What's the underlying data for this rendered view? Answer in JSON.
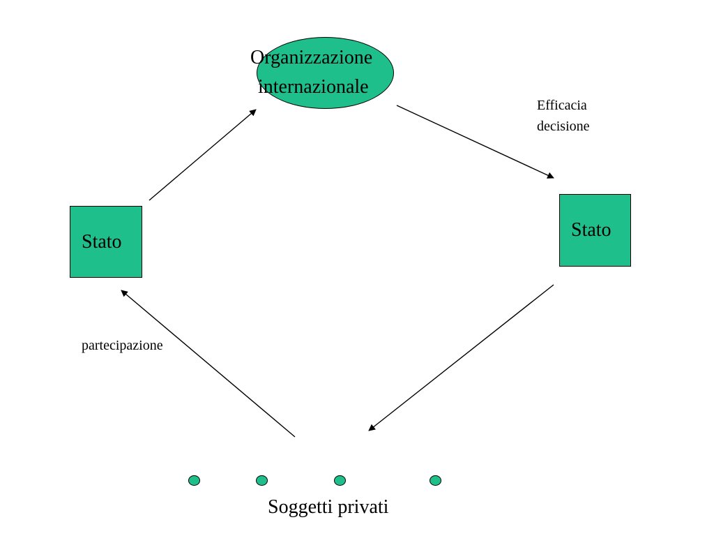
{
  "diagram": {
    "fill_color": "#1fbf8c",
    "line_color": "#000000",
    "organization": {
      "line1": "Organizzazione",
      "line2": "internazionale"
    },
    "state_left": {
      "label": "Stato"
    },
    "state_right": {
      "label": "Stato"
    },
    "edge_labels": {
      "efficacia_line1": "Efficacia",
      "efficacia_line2": "decisione",
      "partecipazione": "partecipazione"
    },
    "private_subjects": {
      "label": "Soggetti privati",
      "dot_count": 4
    }
  }
}
